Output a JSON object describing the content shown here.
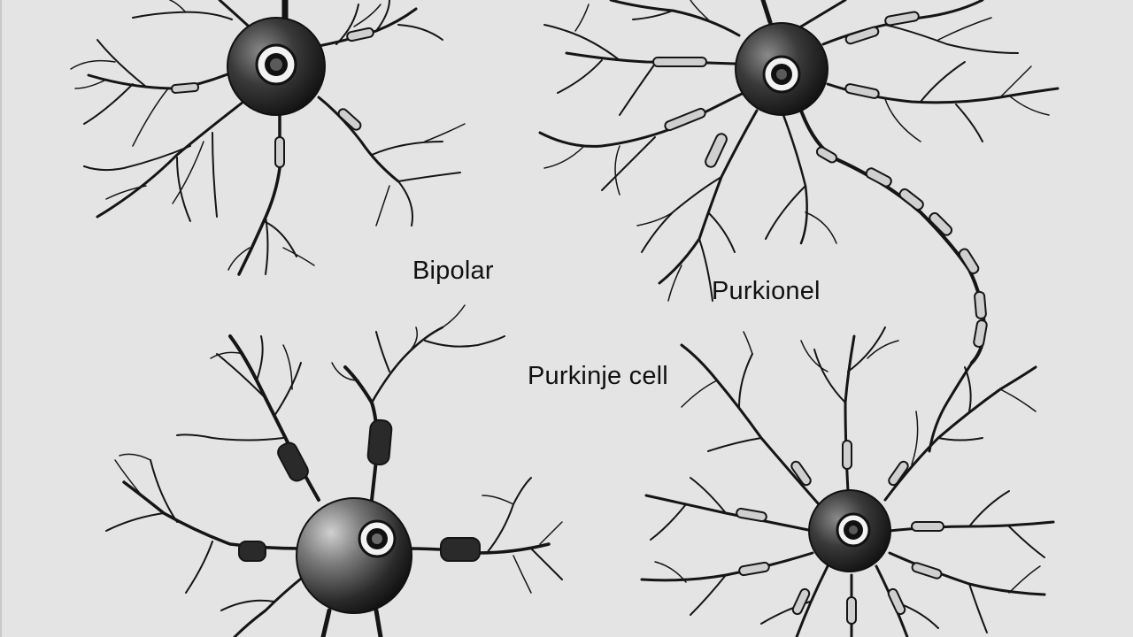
{
  "labels": {
    "bipolar": "Bipolar",
    "purkionel": "Purkionel",
    "purkinje_cell": "Purkinje cell"
  },
  "colors": {
    "background": "#e4e4e4",
    "ink": "#151515",
    "nucleus_ring": "#f2f2f2"
  }
}
